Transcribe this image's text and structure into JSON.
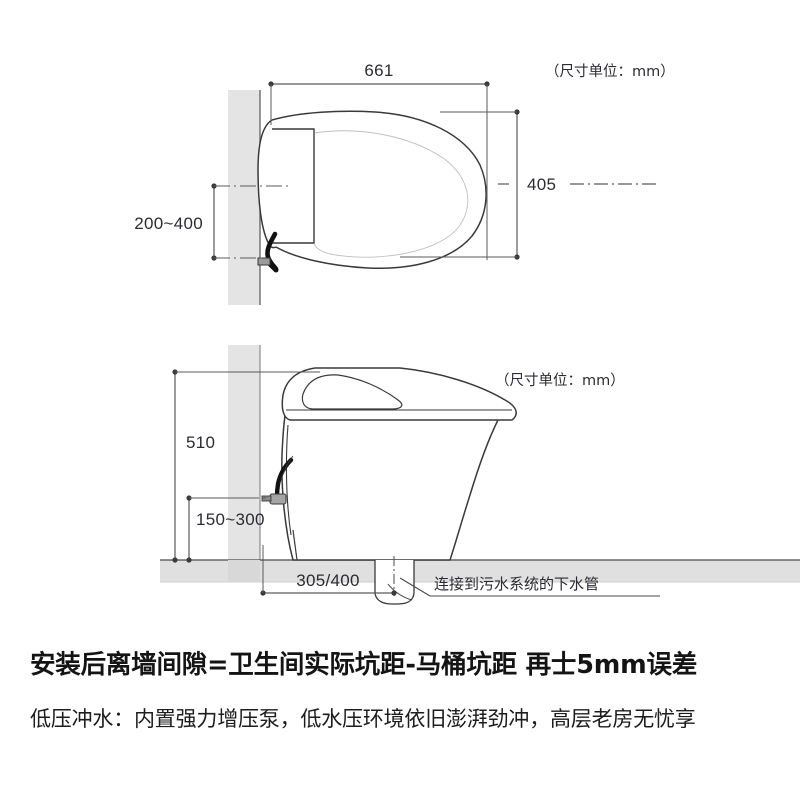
{
  "document": {
    "type": "technical-installation-drawing",
    "subject": "smart-toilet"
  },
  "views": {
    "top": {
      "unit_note": "（尺寸单位：mm）",
      "dimensions": {
        "width": "661",
        "depth": "405",
        "wall_offset_range": "200~400"
      }
    },
    "side": {
      "unit_note": "（尺寸单位：mm）",
      "dimensions": {
        "height": "510",
        "valve_height_range": "150~300",
        "rough_in": "305/400"
      },
      "callout": "连接到污水系统的下水管"
    }
  },
  "captions": {
    "headline": "安装后离墙间隙=卫生间实际坑距-马桶坑距 再士5mm误差",
    "subline": "低压冲水：内置强力增压泵，低水压环境依旧澎湃劲冲，高层老房无忧享"
  },
  "colors": {
    "wall_fill": "#e4e4e4",
    "floor_fill": "#e0e0e0",
    "outline": "#3a3a3a",
    "dim_line": "#5a5a5a",
    "text": "#2b2b33",
    "headline": "#141414",
    "background": "#ffffff"
  }
}
